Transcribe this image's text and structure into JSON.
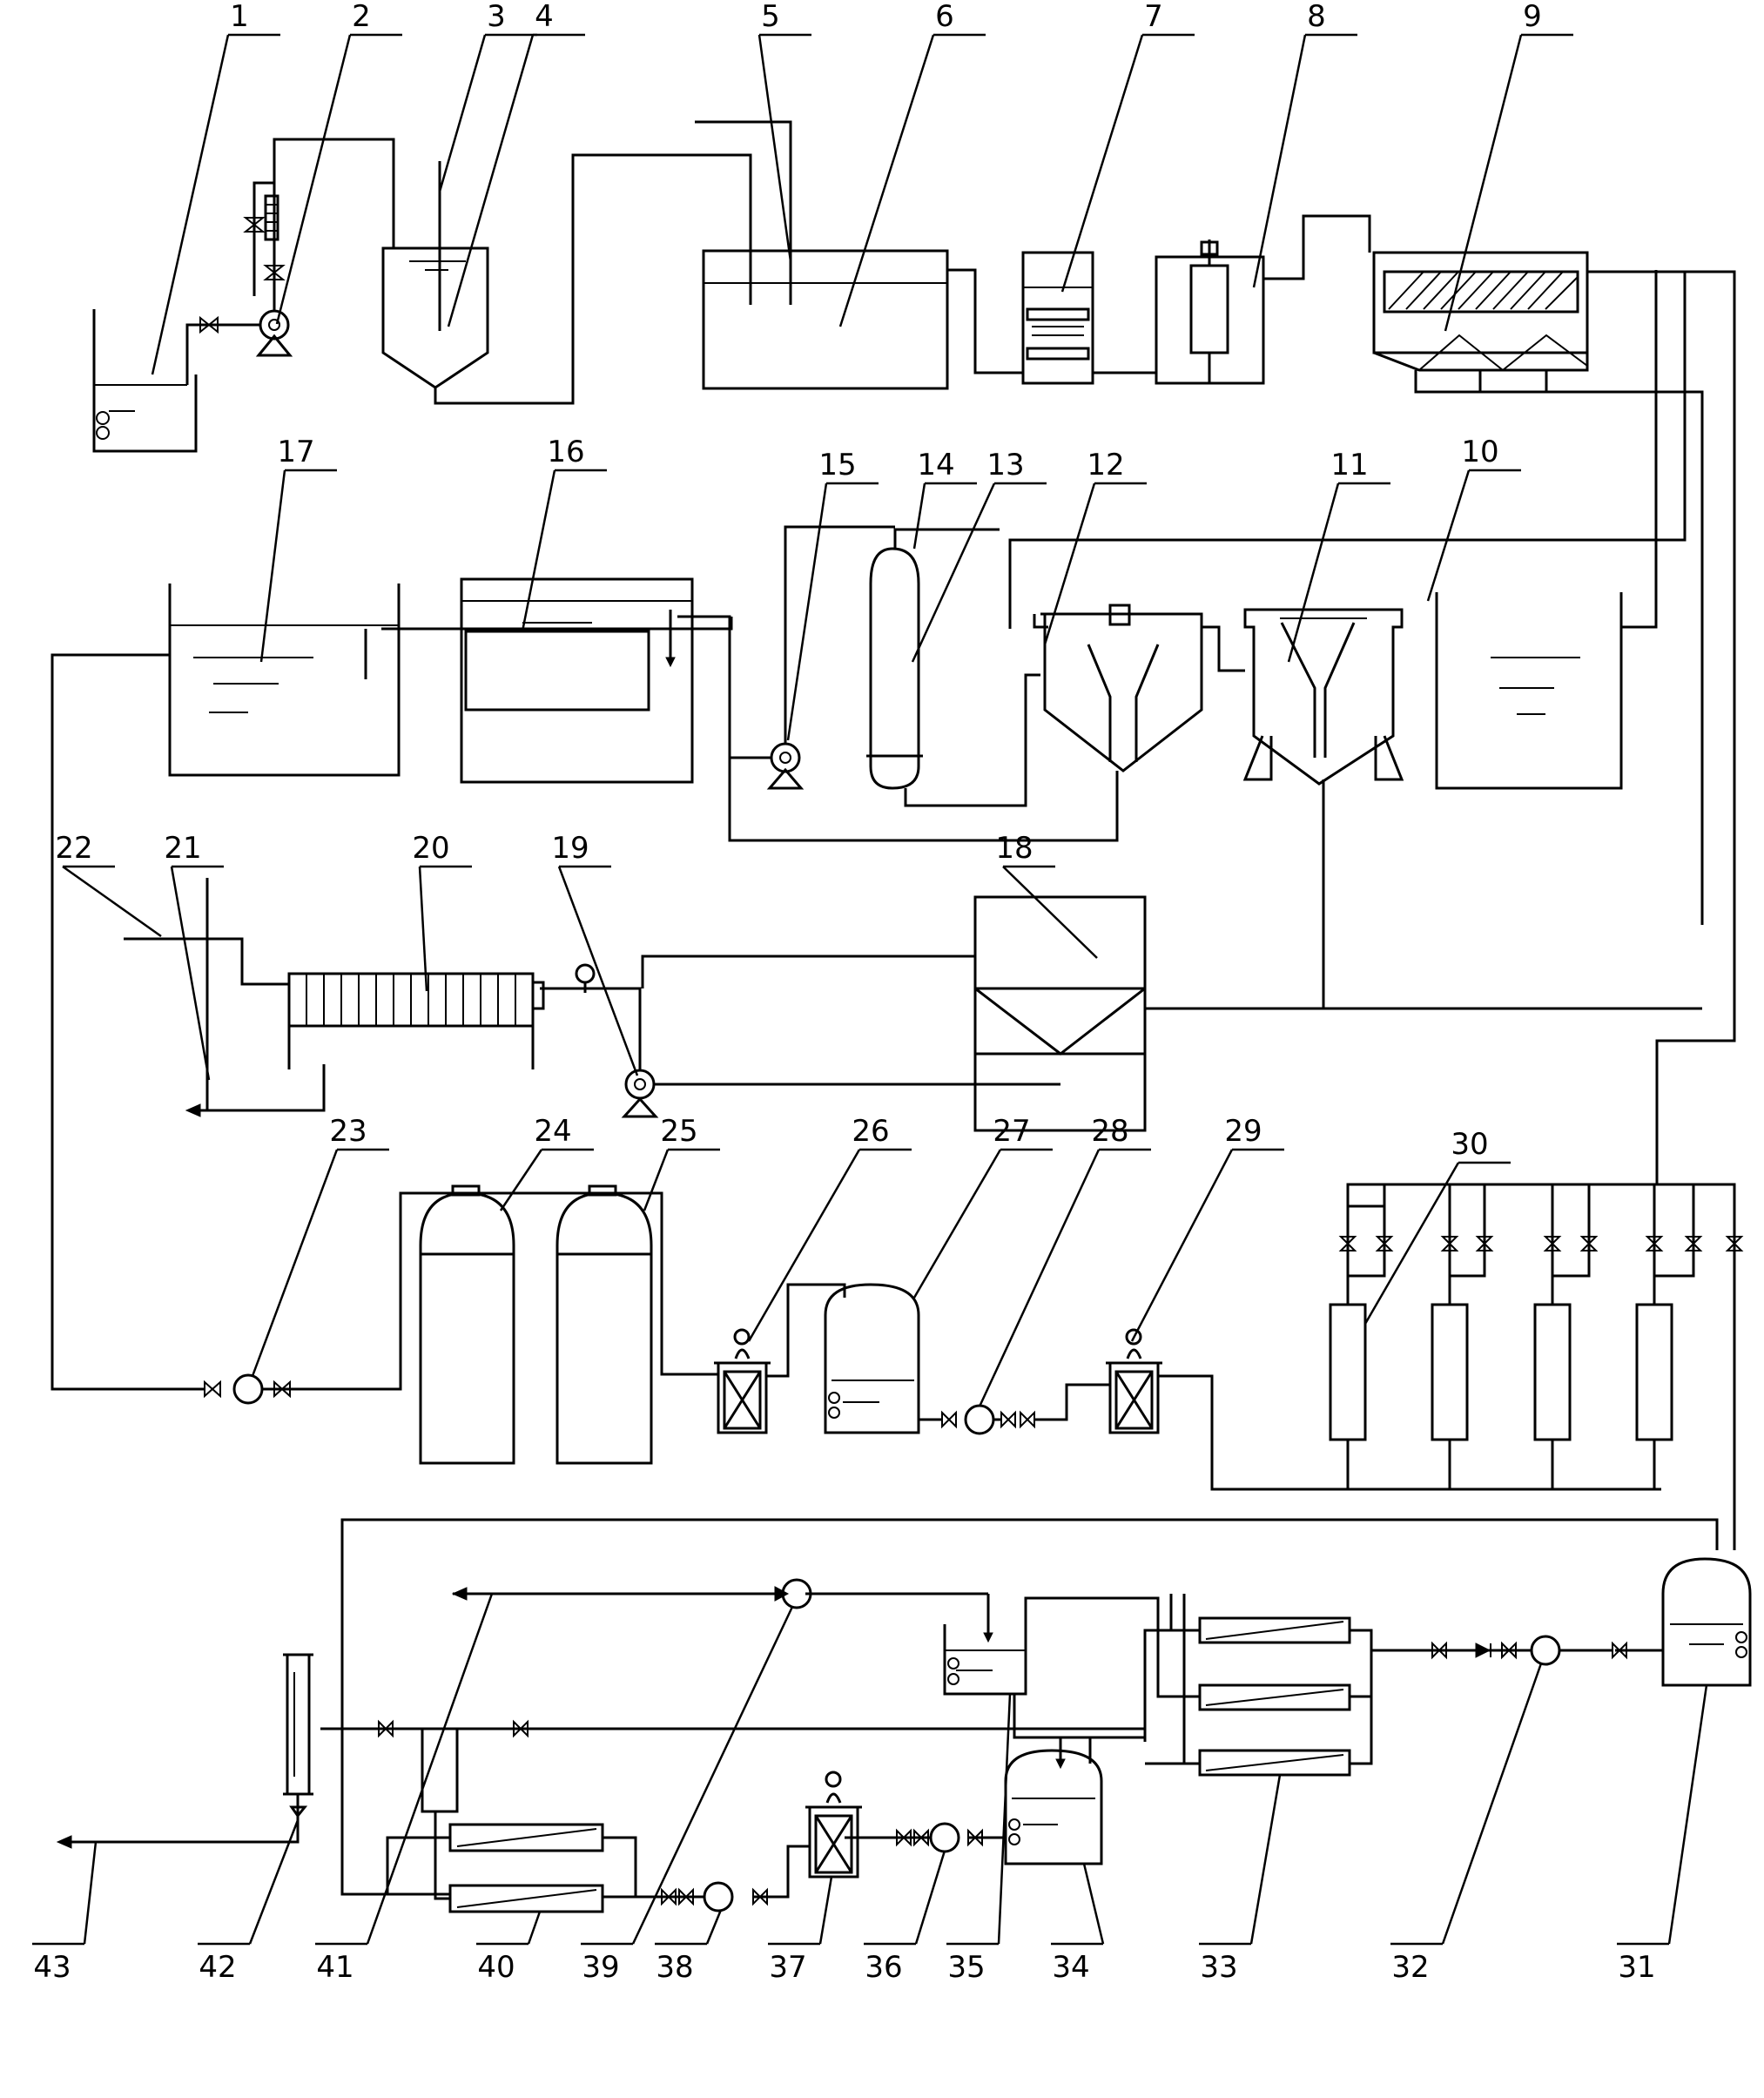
{
  "colors": {
    "line": "#000000",
    "background": "#ffffff"
  },
  "labels": [
    "1",
    "2",
    "3",
    "4",
    "5",
    "6",
    "7",
    "8",
    "9",
    "10",
    "11",
    "12",
    "13",
    "14",
    "15",
    "16",
    "17",
    "18",
    "19",
    "20",
    "21",
    "22",
    "23",
    "24",
    "25",
    "26",
    "27",
    "28",
    "29",
    "30",
    "31",
    "32",
    "33",
    "34",
    "35",
    "36",
    "37",
    "38",
    "39",
    "40",
    "41",
    "42",
    "43"
  ]
}
